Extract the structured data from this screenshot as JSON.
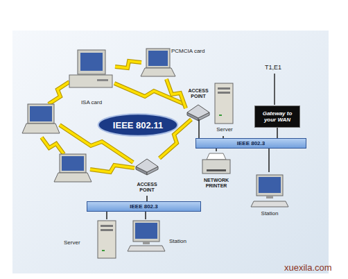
{
  "diagram": {
    "nodes": [
      {
        "text": [
          "ISA card"
        ]
      },
      {
        "text": [
          "PCMCIA card"
        ]
      },
      {
        "text": [
          "IEEE 802.11"
        ]
      },
      {
        "text": [
          "ACCESS POINT"
        ]
      },
      {
        "text": [
          "Server"
        ]
      },
      {
        "text": [
          "Gateway to your WAN"
        ]
      },
      {
        "text": [
          "IEEE 802.3"
        ]
      },
      {
        "text": [
          "NETWORK PRINTER"
        ]
      },
      {
        "text": [
          "Station"
        ]
      },
      {
        "text": [
          "ACCESS POINT"
        ]
      },
      {
        "text": [
          "IEEE 802.3"
        ]
      },
      {
        "text": [
          "Server"
        ]
      },
      {
        "text": [
          "Station"
        ]
      }
    ],
    "edges": [
      {
        "from": 3,
        "to": 6,
        "arrow": "none"
      },
      {
        "from": 4,
        "to": 6,
        "arrow": "none"
      },
      {
        "from": 5,
        "to": 6,
        "arrow": "none"
      },
      {
        "from": 6,
        "to": 7,
        "arrow": "none"
      },
      {
        "from": 6,
        "to": 8,
        "arrow": "none"
      },
      {
        "from": 9,
        "to": 10,
        "arrow": "none"
      },
      {
        "from": 11,
        "to": 10,
        "arrow": "none"
      },
      {
        "from": 12,
        "to": 10,
        "arrow": "none"
      }
    ],
    "labels": [
      "T1,E1",
      "xuexila.com"
    ]
  }
}
